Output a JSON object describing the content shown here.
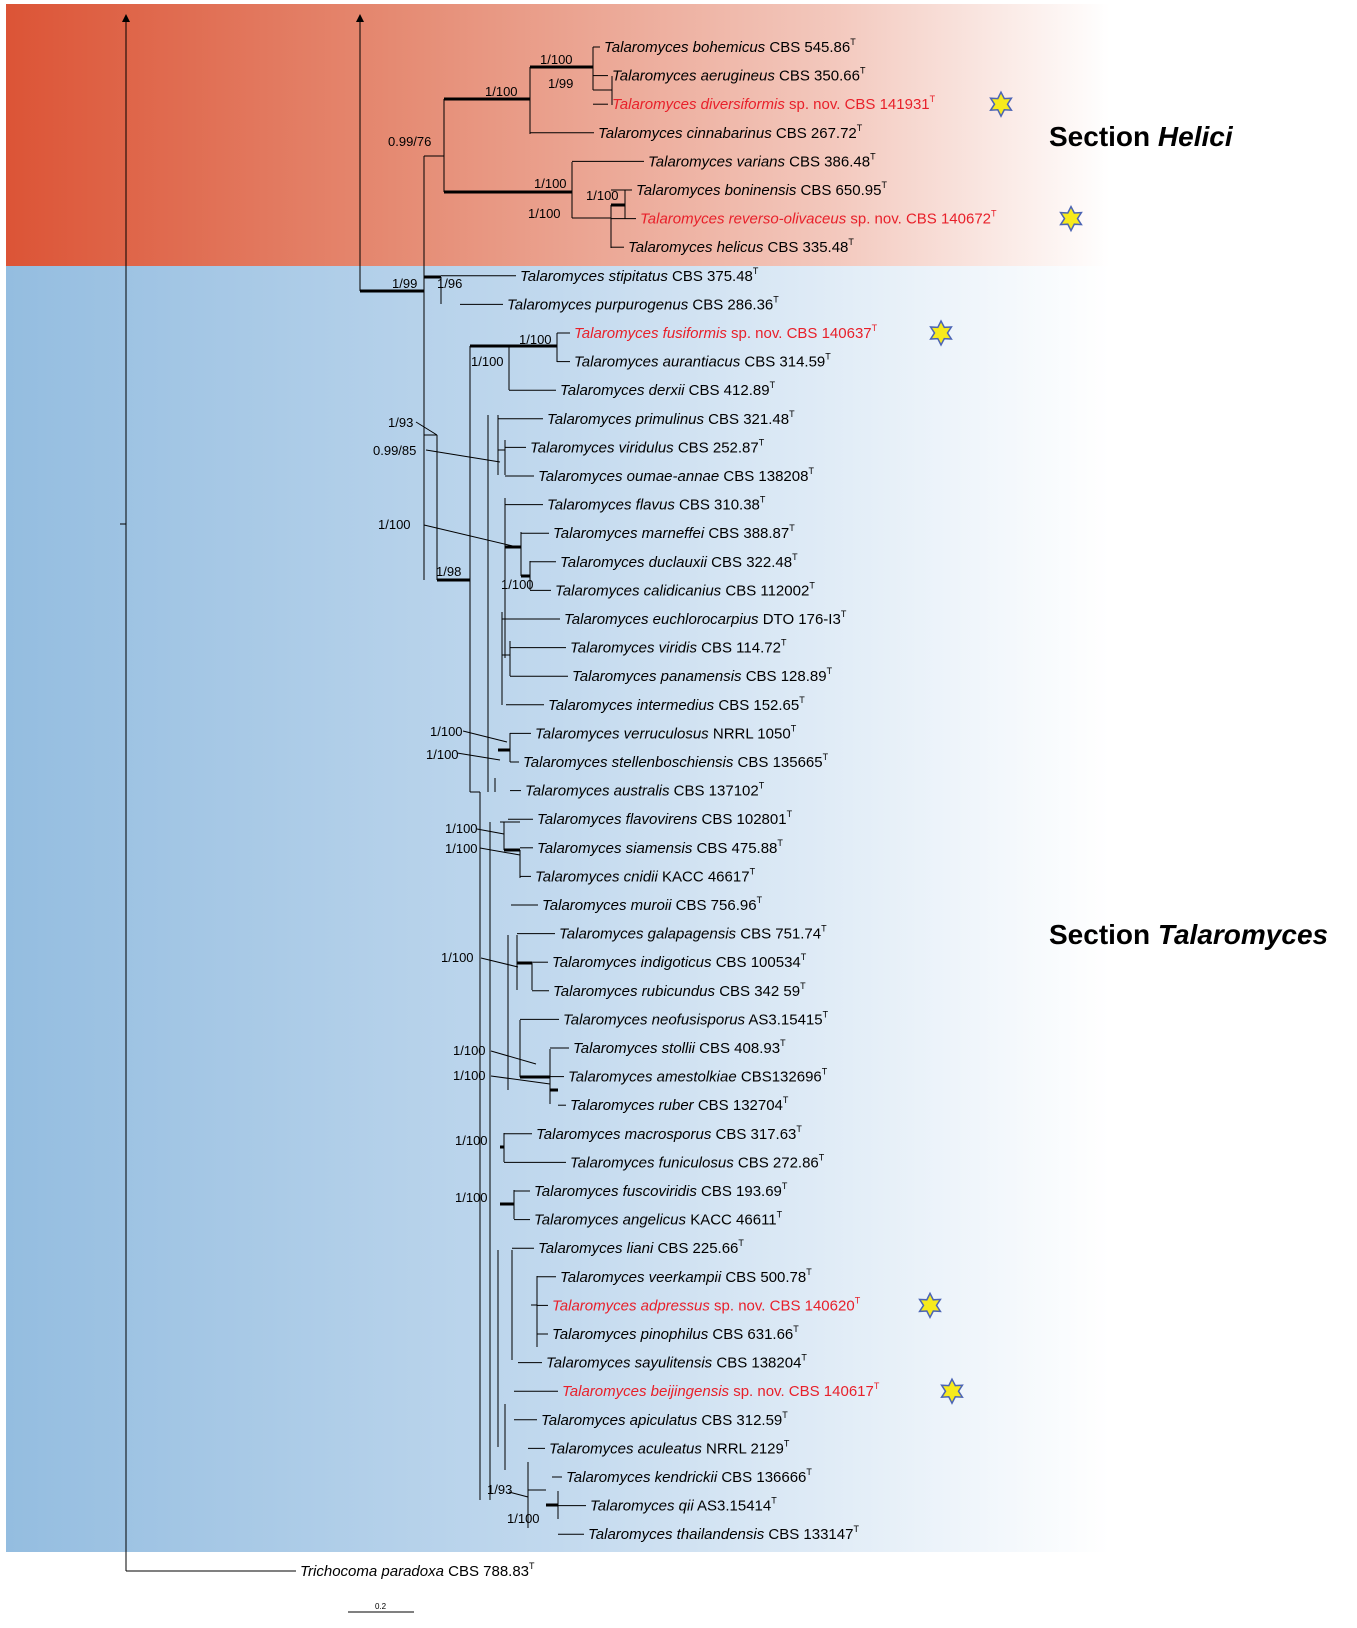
{
  "sections": {
    "helici": {
      "prefix": "Section ",
      "name": "Helici",
      "color_start": "#dc5436",
      "color_end": "#ffffff"
    },
    "talaromyces": {
      "prefix": "Section ",
      "name": "Talaromyces",
      "color_start": "#94bde0",
      "color_end": "#ffffff"
    }
  },
  "tips": [
    {
      "genus": "Talaromyces",
      "epithet": "bohemicus",
      "strain": "CBS 545.86",
      "type": "T"
    },
    {
      "genus": "Talaromyces",
      "epithet": "aerugineus",
      "strain": "CBS 350.66",
      "type": "T"
    },
    {
      "genus": "Talaromyces",
      "epithet": "diversiformis",
      "note": "sp. nov.",
      "strain": "CBS 141931",
      "type": "T",
      "new": true
    },
    {
      "genus": "Talaromyces",
      "epithet": "cinnabarinus",
      "strain": "CBS 267.72",
      "type": "T"
    },
    {
      "genus": "Talaromyces",
      "epithet": "varians",
      "strain": "CBS 386.48",
      "type": "T"
    },
    {
      "genus": "Talaromyces",
      "epithet": "boninensis",
      "strain": "CBS 650.95",
      "type": "T"
    },
    {
      "genus": "Talaromyces",
      "epithet": "reverso-olivaceus",
      "note": "sp. nov.",
      "strain": "CBS 140672",
      "type": "T",
      "new": true
    },
    {
      "genus": "Talaromyces",
      "epithet": "helicus",
      "strain": "CBS 335.48",
      "type": "T"
    },
    {
      "genus": "Talaromyces",
      "epithet": "stipitatus",
      "strain": "CBS 375.48",
      "type": "T"
    },
    {
      "genus": "Talaromyces",
      "epithet": "purpurogenus",
      "strain": "CBS 286.36",
      "type": "T"
    },
    {
      "genus": "Talaromyces",
      "epithet": "fusiformis",
      "note": "sp. nov.",
      "strain": "CBS 140637",
      "type": "T",
      "new": true
    },
    {
      "genus": "Talaromyces",
      "epithet": "aurantiacus",
      "strain": "CBS 314.59",
      "type": "T"
    },
    {
      "genus": "Talaromyces",
      "epithet": "derxii",
      "strain": "CBS 412.89",
      "type": "T"
    },
    {
      "genus": "Talaromyces",
      "epithet": "primulinus",
      "strain": "CBS 321.48",
      "type": "T"
    },
    {
      "genus": "Talaromyces",
      "epithet": "viridulus",
      "strain": "CBS 252.87",
      "type": "T"
    },
    {
      "genus": "Talaromyces",
      "epithet": "oumae-annae",
      "strain": "CBS 138208",
      "type": "T"
    },
    {
      "genus": "Talaromyces",
      "epithet": "flavus",
      "strain": "CBS 310.38",
      "type": "T"
    },
    {
      "genus": "Talaromyces",
      "epithet": "marneffei",
      "strain": "CBS 388.87",
      "type": "T"
    },
    {
      "genus": "Talaromyces",
      "epithet": "duclauxii",
      "strain": "CBS 322.48",
      "type": "T"
    },
    {
      "genus": "Talaromyces",
      "epithet": "calidicanius",
      "strain": "CBS 112002",
      "type": "T"
    },
    {
      "genus": "Talaromyces",
      "epithet": "euchlorocarpius",
      "strain": "DTO 176-I3",
      "type": "T"
    },
    {
      "genus": "Talaromyces",
      "epithet": "viridis",
      "strain": "CBS 114.72",
      "type": "T"
    },
    {
      "genus": "Talaromyces",
      "epithet": "panamensis",
      "strain": "CBS 128.89",
      "type": "T"
    },
    {
      "genus": "Talaromyces",
      "epithet": "intermedius",
      "strain": "CBS 152.65",
      "type": "T"
    },
    {
      "genus": "Talaromyces",
      "epithet": "verruculosus",
      "strain": "NRRL 1050",
      "type": "T"
    },
    {
      "genus": "Talaromyces",
      "epithet": "stellenboschiensis",
      "strain": "CBS 135665",
      "type": "T"
    },
    {
      "genus": "Talaromyces",
      "epithet": "australis",
      "strain": "CBS 137102",
      "type": "T"
    },
    {
      "genus": "Talaromyces",
      "epithet": "flavovirens",
      "strain": "CBS 102801",
      "type": "T"
    },
    {
      "genus": "Talaromyces",
      "epithet": "siamensis",
      "strain": "CBS 475.88",
      "type": "T"
    },
    {
      "genus": "Talaromyces",
      "epithet": "cnidii",
      "strain": "KACC 46617",
      "type": "T"
    },
    {
      "genus": "Talaromyces",
      "epithet": "muroii",
      "strain": "CBS 756.96",
      "type": "T"
    },
    {
      "genus": "Talaromyces",
      "epithet": "galapagensis",
      "strain": "CBS 751.74",
      "type": "T"
    },
    {
      "genus": "Talaromyces",
      "epithet": "indigoticus",
      "strain": "CBS 100534",
      "type": "T"
    },
    {
      "genus": "Talaromyces",
      "epithet": "rubicundus",
      "strain": "CBS 342 59",
      "type": "T"
    },
    {
      "genus": "Talaromyces",
      "epithet": "neofusisporus",
      "strain": "AS3.15415",
      "type": "T"
    },
    {
      "genus": "Talaromyces",
      "epithet": "stollii",
      "strain": "CBS 408.93",
      "type": "T"
    },
    {
      "genus": "Talaromyces",
      "epithet": "amestolkiae",
      "strain": "CBS132696",
      "type": "T"
    },
    {
      "genus": "Talaromyces",
      "epithet": "ruber",
      "strain": "CBS 132704",
      "type": "T"
    },
    {
      "genus": "Talaromyces",
      "epithet": "macrosporus",
      "strain": "CBS 317.63",
      "type": "T"
    },
    {
      "genus": "Talaromyces",
      "epithet": "funiculosus",
      "strain": "CBS 272.86",
      "type": "T"
    },
    {
      "genus": "Talaromyces",
      "epithet": "fuscoviridis",
      "strain": "CBS 193.69",
      "type": "T"
    },
    {
      "genus": "Talaromyces",
      "epithet": "angelicus",
      "strain": "KACC 46611",
      "type": "T"
    },
    {
      "genus": "Talaromyces",
      "epithet": "liani",
      "strain": "CBS 225.66",
      "type": "T"
    },
    {
      "genus": "Talaromyces",
      "epithet": "veerkampii",
      "strain": "CBS 500.78",
      "type": "T"
    },
    {
      "genus": "Talaromyces",
      "epithet": "adpressus",
      "note": "sp. nov.",
      "strain": "CBS 140620",
      "type": "T",
      "new": true
    },
    {
      "genus": "Talaromyces",
      "epithet": "pinophilus",
      "strain": "CBS 631.66",
      "type": "T"
    },
    {
      "genus": "Talaromyces",
      "epithet": "sayulitensis",
      "strain": "CBS 138204",
      "type": "T"
    },
    {
      "genus": "Talaromyces",
      "epithet": "beijingensis",
      "note": "sp. nov. ",
      "strain": "CBS 140617",
      "type": "T",
      "new": true
    },
    {
      "genus": "Talaromyces",
      "epithet": "apiculatus",
      "strain": "CBS 312.59",
      "type": "T"
    },
    {
      "genus": "Talaromyces",
      "epithet": "aculeatus",
      "strain": "NRRL 2129",
      "type": "T"
    },
    {
      "genus": "Talaromyces",
      "epithet": "kendrickii",
      "strain": "CBS 136666",
      "type": "T"
    },
    {
      "genus": "Talaromyces",
      "epithet": "qii",
      "strain": "AS3.15414",
      "type": "T"
    },
    {
      "genus": "Talaromyces",
      "epithet": "thailandensis",
      "strain": "CBS 133147",
      "type": "T"
    },
    {
      "genus": "Trichocoma",
      "epithet": "paradoxa",
      "strain": "CBS 788.83",
      "type": "T",
      "outgroup": true
    }
  ],
  "support_values": [
    "1/100",
    "1/99",
    "1/100",
    "0.99/76",
    "1/100",
    "1/100",
    "1/100",
    "1/99",
    "1/96",
    "1/100",
    "1/100",
    "1/93",
    "0.99/85",
    "1/100",
    "1/98",
    "1/100",
    "1/100",
    "1/100",
    "1/100",
    "1/100",
    "1/100",
    "1/100",
    "1/100",
    "1/100",
    "1/100",
    "1/93",
    "1/100"
  ],
  "scale_bar": {
    "label": "0.2"
  },
  "colors": {
    "highlight": "#e8202a",
    "star_fill": "#f7ea1c",
    "star_stroke": "#4b64b4"
  }
}
